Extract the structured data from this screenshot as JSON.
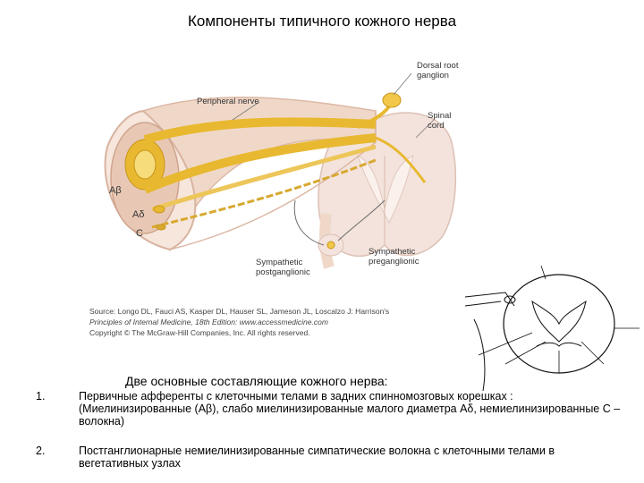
{
  "title": "Компоненты типичного кожного нерва",
  "figure": {
    "labels": {
      "dorsal_root_ganglion": "Dorsal root ganglion",
      "peripheral_nerve": "Peripheral nerve",
      "spinal_cord": "Spinal cord",
      "a_beta": "Aβ",
      "a_delta": "Aδ",
      "c": "C",
      "sympathetic_postganglionic": "Sympathetic postganglionic",
      "sympathetic_preganglionic": "Sympathetic preganglionic"
    },
    "source_line1": "Source: Longo DL, Fauci AS, Kasper DL, Hauser SL, Jameson JL, Loscalzo J: Harrison's",
    "source_line2": "Principles of Internal Medicine, 18th Edition: www.accessmedicine.com",
    "copyright": "Copyright © The McGraw-Hill Companies, Inc. All rights reserved."
  },
  "subtitle": "Две основные составляющие кожного нерва:",
  "items": [
    {
      "number": "1.",
      "text": "Первичные афференты с клеточными телами в задних спинномозговых корешках : (Миелинизированные (Aβ), слабо миелинизированные малого диаметра Aδ, немиелинизированные С – волокна)"
    },
    {
      "number": "2.",
      "text": " Постганглионарные немиелинизированные симпатические волокна с клеточными телами в вегетативных узлах"
    }
  ],
  "colors": {
    "nerve_sheath": "#f0d8c8",
    "myelin": "#e8b830",
    "cord": "#f3e3dc"
  }
}
